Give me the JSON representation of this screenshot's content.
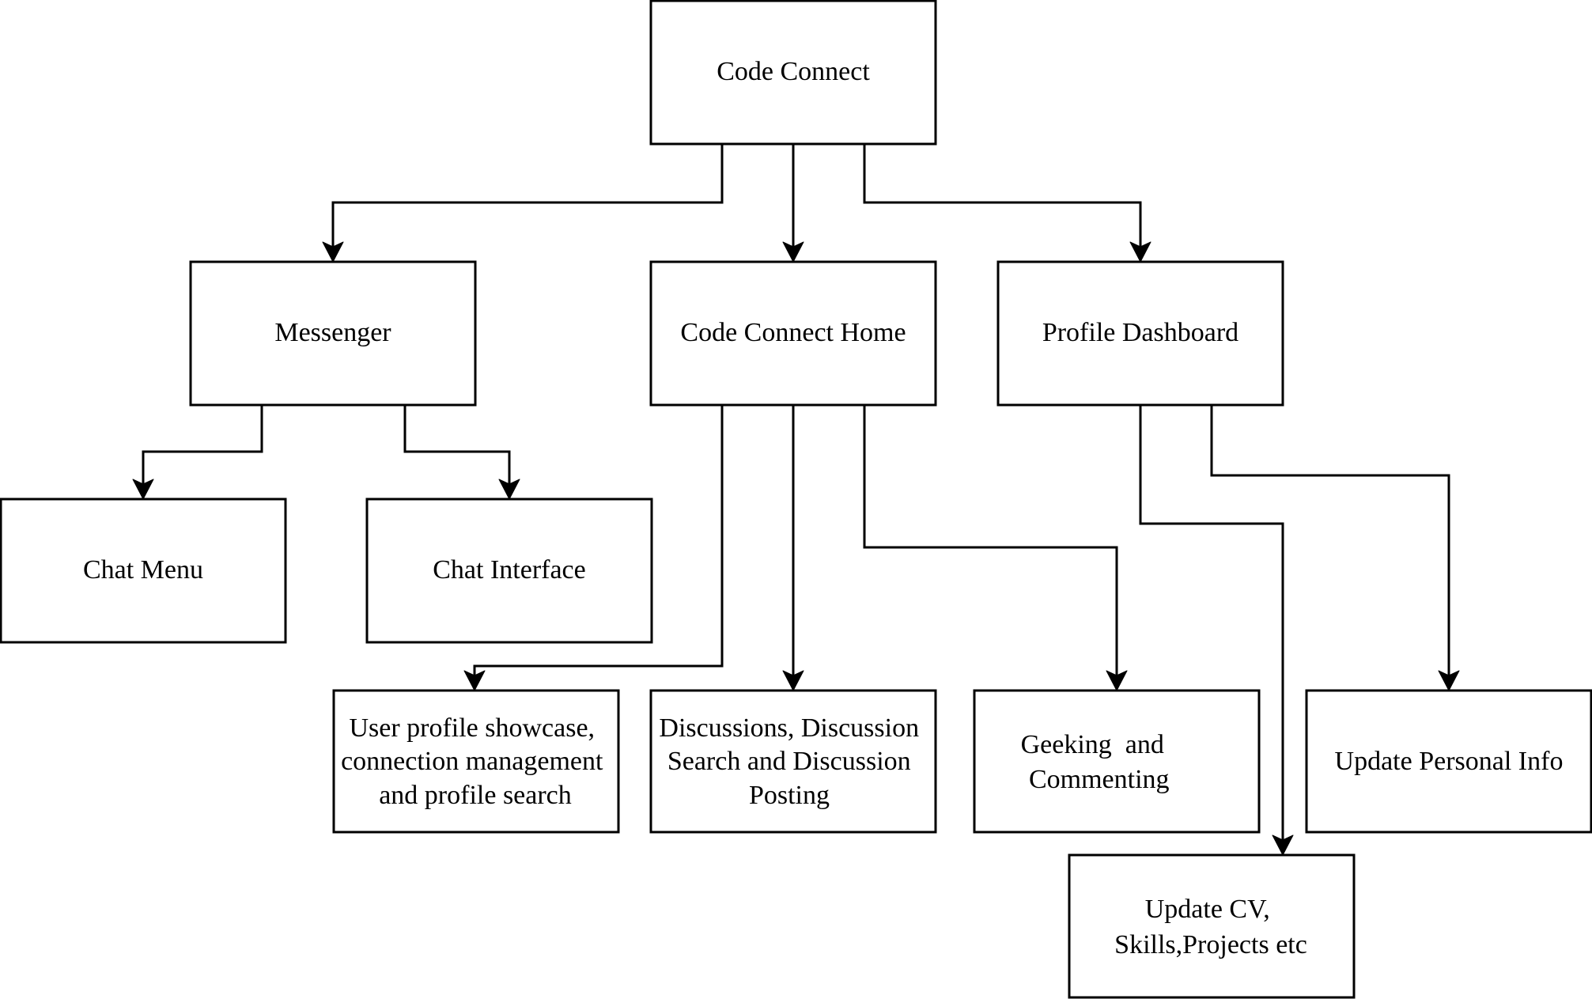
{
  "diagram": {
    "type": "hierarchy",
    "nodes": {
      "root": {
        "lines": [
          "Code Connect"
        ]
      },
      "messenger": {
        "lines": [
          "Messenger"
        ]
      },
      "home": {
        "lines": [
          "Code Connect Home"
        ]
      },
      "profile": {
        "lines": [
          "Profile Dashboard"
        ]
      },
      "chat_menu": {
        "lines": [
          "Chat Menu"
        ]
      },
      "chat_interface": {
        "lines": [
          "Chat Interface"
        ]
      },
      "user_profile": {
        "lines": [
          "User profile showcase,",
          "connection management",
          "and profile search"
        ]
      },
      "discussions": {
        "lines": [
          "Discussions, Discussion",
          "Search and Discussion",
          "Posting"
        ]
      },
      "geeking": {
        "lines": [
          "Geeking  and",
          "Commenting"
        ]
      },
      "update_personal": {
        "lines": [
          "Update Personal Info"
        ]
      },
      "update_cv": {
        "lines": [
          "Update CV,",
          "Skills,Projects etc"
        ]
      }
    },
    "edges": [
      {
        "from": "root",
        "to": "messenger"
      },
      {
        "from": "root",
        "to": "home"
      },
      {
        "from": "root",
        "to": "profile"
      },
      {
        "from": "messenger",
        "to": "chat_menu"
      },
      {
        "from": "messenger",
        "to": "chat_interface"
      },
      {
        "from": "home",
        "to": "user_profile"
      },
      {
        "from": "home",
        "to": "discussions"
      },
      {
        "from": "home",
        "to": "geeking"
      },
      {
        "from": "profile",
        "to": "update_cv"
      },
      {
        "from": "profile",
        "to": "update_personal"
      }
    ]
  }
}
